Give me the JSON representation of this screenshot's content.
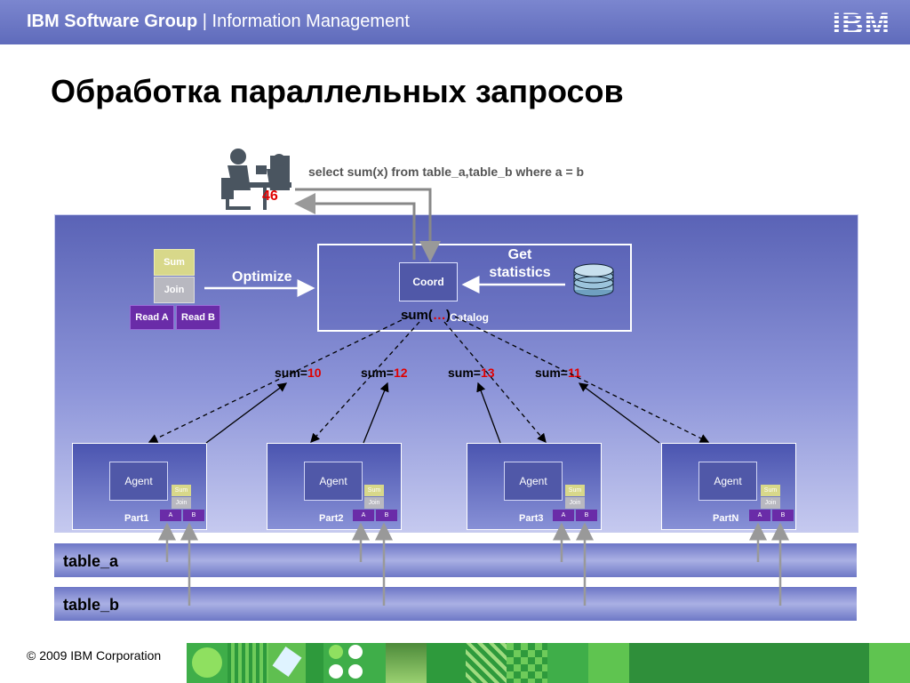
{
  "header": {
    "group_bold": "IBM Software Group",
    "separator": " | ",
    "group_rest": "Information Management",
    "logo": "IBM"
  },
  "title": "Обработка параллельных запросов",
  "query": "select sum(x) from table_a,table_b where a = b",
  "result": "46",
  "coordinator": {
    "coord_label": "Coord",
    "get_statistics": "Get statistics",
    "catalog_label": "Catalog",
    "sum_prefix": "sum(",
    "sum_dots": "…",
    "sum_suffix": ")"
  },
  "plan": {
    "optimize": "Optimize",
    "sum": "Sum",
    "join": "Join",
    "read_a": "Read A",
    "read_b": "Read B"
  },
  "partials": [
    {
      "prefix": "sum=",
      "value": "10"
    },
    {
      "prefix": "sum=",
      "value": "12"
    },
    {
      "prefix": "sum=",
      "value": "13"
    },
    {
      "prefix": "sum=",
      "value": "11"
    }
  ],
  "agents": [
    {
      "label": "Agent",
      "part": "Part1",
      "sum": "Sum",
      "join": "Join",
      "a": "A",
      "b": "B"
    },
    {
      "label": "Agent",
      "part": "Part2",
      "sum": "Sum",
      "join": "Join",
      "a": "A",
      "b": "B"
    },
    {
      "label": "Agent",
      "part": "Part3",
      "sum": "Sum",
      "join": "Join",
      "a": "A",
      "b": "B"
    },
    {
      "label": "Agent",
      "part": "PartN",
      "sum": "Sum",
      "join": "Join",
      "a": "A",
      "b": "B"
    }
  ],
  "tables": {
    "table_a": "table_a",
    "table_b": "table_b"
  },
  "footer": {
    "copyright": "© 2009 IBM Corporation"
  },
  "colors": {
    "header_blue": "#6a75c4",
    "footer_green": "#3fae49",
    "highlight_red": "#e00000",
    "sum_block": "#d8d88a",
    "join_block": "#c0c0c8",
    "read_block": "#6a2ca8"
  }
}
